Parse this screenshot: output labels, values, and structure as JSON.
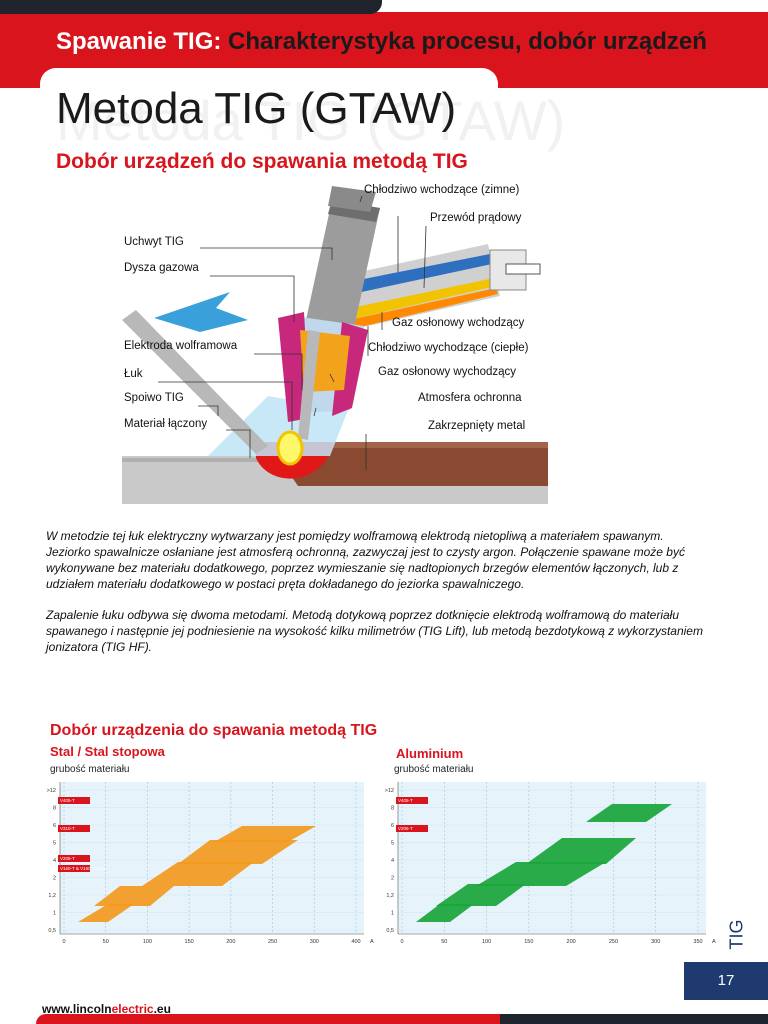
{
  "header": {
    "title_part1": "Spawanie TIG:",
    "title_part2": "Charakterystyka procesu, dobór urządzeń"
  },
  "page": {
    "title": "Metoda TIG (GTAW)",
    "section_heading": "Dobór urządzeń do spawania metodą TIG"
  },
  "diagram": {
    "labels_left": [
      "Uchwyt TIG",
      "Dysza gazowa",
      "Elektroda wolframowa",
      "Łuk",
      "Spoiwo TIG",
      "Materiał łączony"
    ],
    "labels_right": [
      "Chłodziwo wchodzące (zimne)",
      "Przewód prądowy",
      "Gaz osłonowy wchodzący",
      "Chłodziwo wychodzące (ciepłe)",
      "Gaz osłonowy wychodzący",
      "Atmosfera ochronna",
      "Zakrzepnięty metal"
    ]
  },
  "body": {
    "paragraph1": "W metodzie tej łuk elektryczny wytwarzany jest pomiędzy wolframową elektrodą nietopliwą a materiałem spawanym. Jeziorko spawalnicze osłaniane jest atmosferą ochronną, zazwyczaj jest to czysty argon. Połączenie spawane może być wykonywane bez materiału dodatkowego, poprzez wymieszanie się nadtopionych brzegów elementów łączonych, lub z udziałem materiału dodatkowego w postaci pręta dokładanego do jeziorka spawalniczego.",
    "paragraph2": "Zapalenie łuku odbywa się dwoma metodami. Metodą dotykową poprzez dotknięcie elektrodą wolframową do materiału spawanego i następnie jej podniesienie na wysokość kilku milimetrów (TIG Lift), lub metodą bezdotykową z wykorzystaniem jonizatora (TIG HF)."
  },
  "selection": {
    "heading": "Dobór urządzenia do spawania metodą TIG",
    "charts": [
      {
        "title": "Stal / Stal stopowa",
        "subtitle": "grubość materiału",
        "y_ticks": [
          ">12",
          "8",
          "6",
          "5",
          "4",
          "2",
          "1,2",
          "1",
          "0,5"
        ],
        "x_ticks": [
          "0",
          "50",
          "100",
          "150",
          "200",
          "250",
          "300",
          "400"
        ],
        "x_unit": "A",
        "machine_labels": [
          "V405-T",
          "V310-T",
          "V205-T",
          "V160-T & V160-Tpulse"
        ],
        "band_color": "#f39a1e"
      },
      {
        "title": "Aluminium",
        "subtitle": "grubość materiału",
        "y_ticks": [
          ">12",
          "8",
          "6",
          "5",
          "4",
          "2",
          "1,2",
          "1",
          "0,5"
        ],
        "x_ticks": [
          "0",
          "50",
          "100",
          "150",
          "200",
          "250",
          "300",
          "350"
        ],
        "x_unit": "A",
        "machine_labels": [
          "V405-T",
          "V205-T"
        ],
        "band_color": "#1aa53a"
      }
    ]
  },
  "side_tab": "TIG",
  "page_number": "17",
  "footer": {
    "url_part1": "www.lincoln",
    "url_part2": "electric",
    "url_part3": ".eu"
  }
}
